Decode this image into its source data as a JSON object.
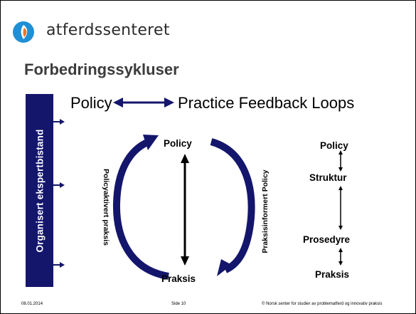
{
  "header": {
    "brand": "atferdssenteret",
    "logo_icon": "atferdssenteret-logo-icon"
  },
  "slide": {
    "title": "Forbedringssykluser",
    "heading_left": "Policy",
    "heading_right": "Practice Feedback Loops",
    "side_bar_label": "Organisert ekspertbistand"
  },
  "cycle": {
    "top_node": "Policy",
    "bottom_node": "Praksis",
    "left_label": "Policyaktivert praksis",
    "right_label": "Praksisinformert Policy"
  },
  "hierarchy": [
    "Policy",
    "Struktur",
    "Prosedyre",
    "Praksis"
  ],
  "footer": {
    "date": "08.01.2014",
    "page": "Side 10",
    "copyright": "© Norsk senter for studier av problematferd og innovativ praksis"
  },
  "colors": {
    "navy": "#14166c",
    "text": "#000000",
    "title_gray": "#3c3c3c",
    "logo_blue": "#1f8fd6",
    "logo_orange": "#e8772a"
  }
}
